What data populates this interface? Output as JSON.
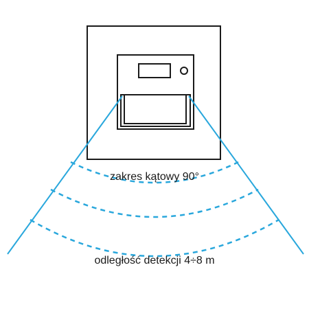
{
  "labels": {
    "angle_range": "zakres kątowy 90°",
    "detection_distance": "odległość detekcji 4÷8 m"
  },
  "colors": {
    "device_stroke": "#1a1a1a",
    "detection_zone": "#29a7dc",
    "text": "#1a1a1a"
  },
  "icons": {
    "sensor_window": "rectangle",
    "led_indicator": "circle",
    "display": "rectangle"
  }
}
